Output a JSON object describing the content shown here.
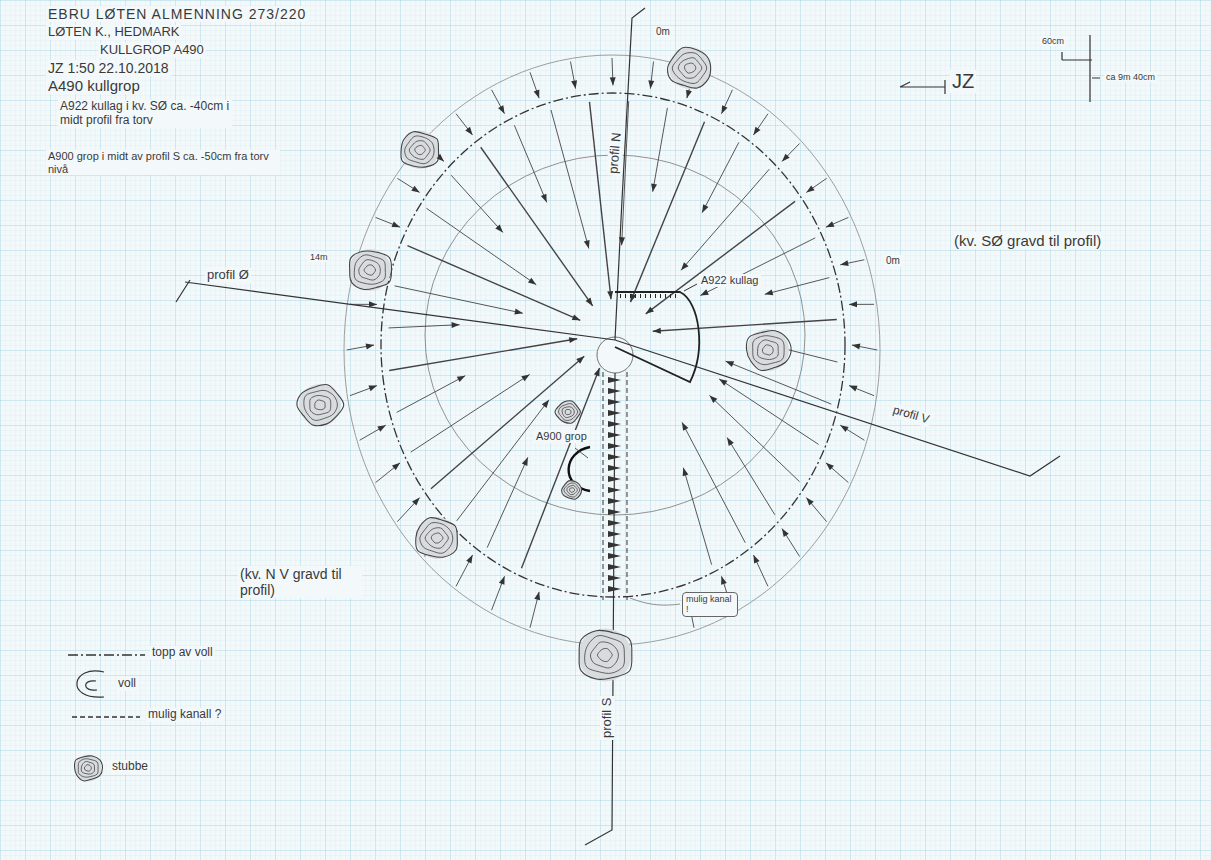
{
  "diagram": {
    "title": "EBRU LØTEN ALMENNING 273/220",
    "labels": [
      "LØTEN K., HEDMARK",
      "KULLGROP A490",
      "JZ 1:50 22.10.2018",
      "A490 kullgrop",
      "A922 kullag i kv. SØ ca. -40cm i midt profil fra torv",
      "A900 grop i midt av profil S ca. -50cm fra torv nivå",
      "JZ",
      "60cm",
      "ca 9m 40cm",
      "(kv. SØ gravd til profil)",
      "0m",
      "profil N",
      "0m",
      "14m",
      "profil Ø",
      "A922 kullag",
      "profil V",
      "A900 grop",
      "(kv. N V gravd til profil)",
      "mulig kanal !",
      "profil S"
    ],
    "legend": [
      {
        "text": "topp av voll"
      },
      {
        "text": "voll"
      },
      {
        "text": "mulig kanall ?"
      },
      {
        "text": "stubbe"
      }
    ]
  }
}
